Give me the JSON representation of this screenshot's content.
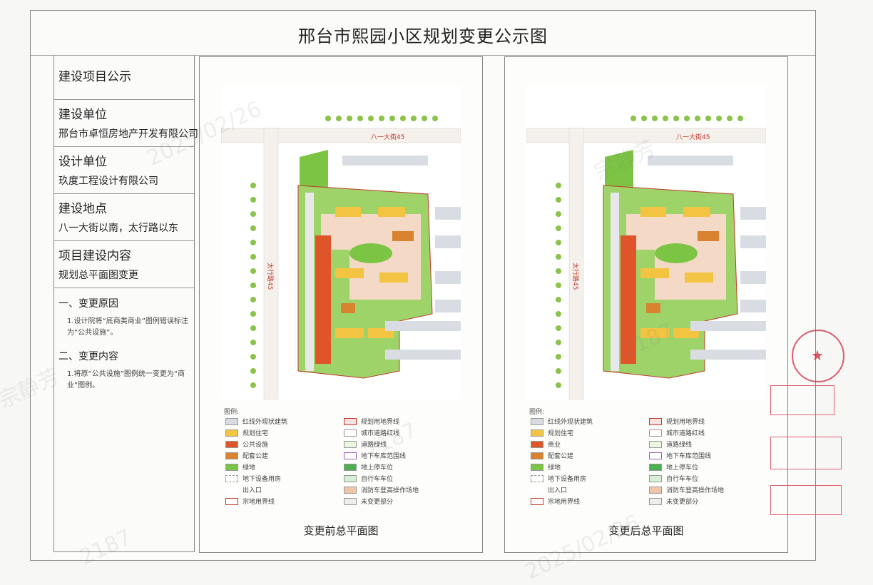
{
  "title": "邢台市熙园小区规划变更公示图",
  "info": {
    "project_notice": "建设项目公示",
    "builder_label": "建设单位",
    "builder_value": "邢台市卓恒房地产开发有限公司",
    "designer_label": "设计单位",
    "designer_value": "玖度工程设计有限公司",
    "location_label": "建设地点",
    "location_value": "八一大街以南，太行路以东",
    "content_label": "项目建设内容",
    "content_value": "规划总平面图变更"
  },
  "notes": {
    "reason_title": "一、变更原因",
    "reason_text": "1.设计院将“底商类商业”图例错误标注为“公共设施”。",
    "content_title": "二、变更内容",
    "content_text": "1.将原“公共设施”图例统一变更为“商业”图例。"
  },
  "map": {
    "street_north": "八一大街45",
    "street_west": "太行路45"
  },
  "legend": {
    "title": "图例:",
    "before": [
      "红线外现状建筑",
      "规划住宅",
      "公共设施",
      "配套公建",
      "绿地",
      "地下设备用房",
      "出入口",
      "宗地用界线",
      "规划用地界线",
      "城市道路红线",
      "道路绿线",
      "地下车库范围线",
      "地上停车位",
      "自行车车位",
      "消防车登高操作场地",
      "未变更部分"
    ],
    "after": [
      "红线外现状建筑",
      "规划住宅",
      "商业",
      "配套公建",
      "绿地",
      "地下设备用房",
      "出入口",
      "宗地用界线",
      "规划用地界线",
      "城市道路红线",
      "道路绿线",
      "地下车库范围线",
      "地上停车位",
      "自行车车位",
      "消防车登高操作场地",
      "未变更部分"
    ]
  },
  "colors": {
    "residential": "#f2c441",
    "commercial": "#e0542a",
    "facility": "#d9822f",
    "green": "#7cc444",
    "road": "#f3d9c6",
    "existing": "#d9dde3"
  },
  "captions": {
    "before": "变更前总平面图",
    "after": "变更后总平面图"
  },
  "watermarks": {
    "date": "2025/02/26",
    "name": "宗静芳",
    "code": "2187"
  }
}
